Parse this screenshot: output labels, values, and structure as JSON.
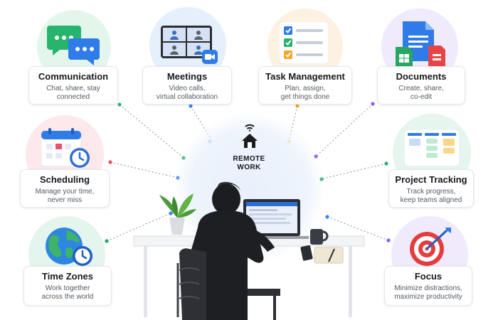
{
  "hub": {
    "label": "REMOTE\nWORK",
    "icon": "home-wifi-icon"
  },
  "features": {
    "communication": {
      "title": "Communication",
      "subtitle": "Chat, share, stay\nconnected",
      "icon": "chat-bubbles-icon",
      "accent": "#2bb673"
    },
    "meetings": {
      "title": "Meetings",
      "subtitle": "Video calls,\nvirtual collaboration",
      "icon": "video-call-icon",
      "accent": "#3b82f6"
    },
    "task_management": {
      "title": "Task Management",
      "subtitle": "Plan, assign,\nget things done",
      "icon": "checklist-icon",
      "accent": "#f5a623"
    },
    "documents": {
      "title": "Documents",
      "subtitle": "Create, share,\nco-edit",
      "icon": "documents-icon",
      "accent": "#8b5cf6"
    },
    "scheduling": {
      "title": "Scheduling",
      "subtitle": "Manage your time,\nnever miss",
      "icon": "calendar-clock-icon",
      "accent": "#ef4f6b"
    },
    "project_tracking": {
      "title": "Project Tracking",
      "subtitle": "Track progress,\nkeep teams aligned",
      "icon": "kanban-board-icon",
      "accent": "#22b07d"
    },
    "time_zones": {
      "title": "Time Zones",
      "subtitle": "Work together\nacross the world",
      "icon": "globe-clock-icon",
      "accent": "#20a86a"
    },
    "focus": {
      "title": "Focus",
      "subtitle": "Minimize distractions,\nmaximize productivity",
      "icon": "target-dart-icon",
      "accent": "#8b5cf6"
    }
  }
}
